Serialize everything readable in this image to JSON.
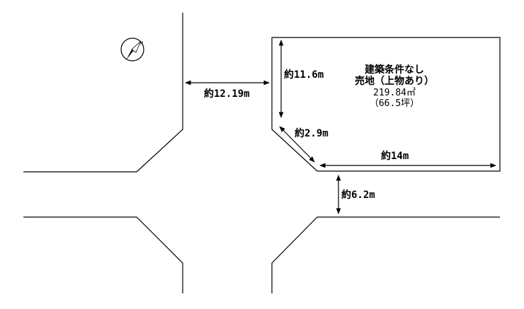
{
  "lot": {
    "condition": "建築条件なし",
    "sale": "売地（上物あり）",
    "area_m2": "219.84㎡",
    "area_tsubo": "（66.5坪）"
  },
  "dimensions": {
    "road_width_north": "約12.19m",
    "lot_depth": "約11.6m",
    "corner_cut": "約2.9m",
    "lot_frontage": "約14m",
    "road_width_east": "約6.2m"
  },
  "compass": {
    "label": "N"
  }
}
